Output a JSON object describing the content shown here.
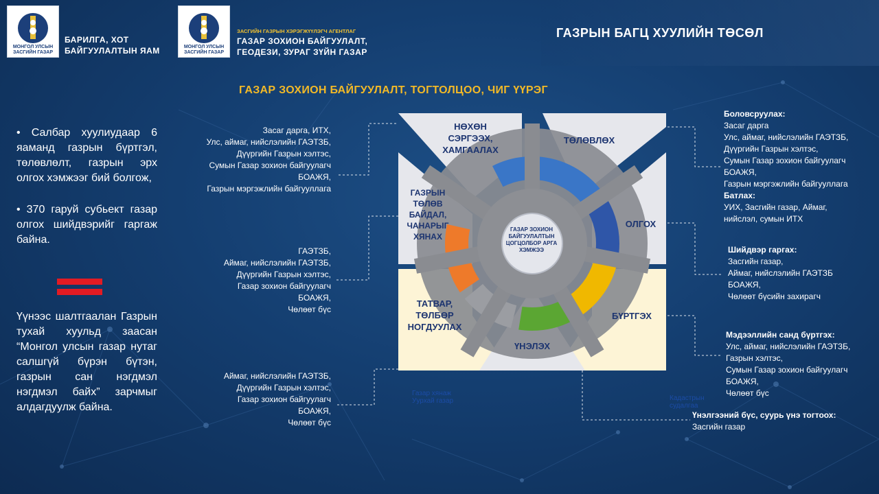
{
  "header": {
    "logo_caption": "МОНГОЛ УЛСЫН ЗАСГИЙН ГАЗАР",
    "ministry_line1": "БАРИЛГА, ХОТ",
    "ministry_line2": "БАЙГУУЛАЛТЫН ЯАМ",
    "agency_small": "ЗАСГИЙН ГАЗРЫН ХЭРЭГЖҮҮЛЭГЧ АГЕНТЛАГ",
    "agency_line1": "ГАЗАР ЗОХИОН БАЙГУУЛАЛТ,",
    "agency_line2": "ГЕОДЕЗИ, ЗУРАГ ЗҮЙН ГАЗАР",
    "title": "ГАЗРЫН БАГЦ ХУУЛИЙН ТӨСӨЛ"
  },
  "subtitle": "ГАЗАР ЗОХИОН БАЙГУУЛАЛТ, ТОГТОЛЦОО, ЧИГ ҮҮРЭГ",
  "left": {
    "paragraph1": "• Салбар хуулиудаар 6 яаманд газрын бүртгэл, төлөвлөлт, газрын эрх олгох хэмжээг бий болгож,",
    "paragraph2": "• 370 гаруй субьект газар олгох шийдвэрийг гаргаж байна.",
    "paragraph3": "Үүнээс шалтгаалан Газрын тухай хуульд заасан “Монгол улсын газар нутаг салшгүй бүрэн бүтэн, газрын сан нэгдмэл нэгдмэл байх” зарчмыг алдагдуулж байна."
  },
  "diagram": {
    "center": "ГАЗАР ЗОХИОН БАЙГУУЛАЛТЫН ЦОГЦОЛБОР АРГА ХЭМЖЭЭ",
    "segments": {
      "top_left": "НӨХӨН СЭРГЭЭХ, ХАМГААЛАХ",
      "top_right": "ТӨЛӨВЛӨХ",
      "right": "ОЛГОХ",
      "bottom_right": "БҮРТГЭХ",
      "bottom": "ҮНЭЛЭХ",
      "bottom_left": "ТАТВАР, ТӨЛБӨР НОГДУУЛАХ",
      "left": "ГАЗРЫН ТӨЛӨВ БАЙДАЛ, ЧАНАРЫГ ХЯНАХ"
    },
    "ghost_left": "Газар хянаж Уурхай газар",
    "ghost_right": "Кадастрын судалгаа"
  },
  "info_left": {
    "block1": [
      "Засаг дарга, ИТХ,",
      "Улс, аймаг, нийслэлийн ГАЭТЗБ,",
      "Дүүргийн Газрын хэлтэс,",
      "Сумын Газар зохион байгуулагч",
      "БОАЖЯ,",
      "Газрын мэргэжлийн байгууллага"
    ],
    "block2": [
      "ГАЭТЗБ,",
      "Аймаг, нийслэлийн ГАЭТЗБ,",
      "Дүүргийн Газрын хэлтэс,",
      "Газар зохион байгуулагч",
      "БОАЖЯ,",
      "Чөлөөт бүс"
    ],
    "block3": [
      "Аймаг, нийслэлийн ГАЭТЗБ,",
      "Дүүргийн Газрын хэлтэс,",
      "Газар зохион байгуулагч",
      "БОАЖЯ,",
      "Чөлөөт бүс"
    ]
  },
  "info_right": {
    "planners_title": "Боловсруулах:",
    "planners": [
      "Засаг дарга",
      "Улс, аймаг, нийслэлийн ГАЭТЗБ,",
      "Дүүргийн Газрын хэлтэс,",
      "Сумын Газар зохион байгуулагч",
      "БОАЖЯ,",
      "Газрын мэргэжлийн байгууллага"
    ],
    "approve_title": "Батлах:",
    "approve": [
      "УИХ, Засгийн газар, Аймаг,",
      "нийслэл, сумын ИТХ"
    ],
    "decision_title": "Шийдвэр гаргах:",
    "decision": [
      "Засгийн газар,",
      "Аймаг, нийслэлийн ГАЭТЗБ",
      "БОАЖЯ,",
      "Чөлөөт бүсийн захирагч"
    ],
    "registry_title": "Мэдээллийн санд бүртгэх:",
    "registry": [
      "Улс, аймаг, нийслэлийн ГАЭТЗБ,",
      "Газрын хэлтэс,",
      "Сумын Газар зохион байгуулагч",
      "БОАЖЯ,",
      "Чөлөөт бүс"
    ],
    "valuation_title": "Үнэлгээний бүс, суурь үнэ тогтоох:",
    "valuation": [
      "Засгийн газар"
    ]
  },
  "colors": {
    "background": "#143e70",
    "title_accent": "#f2b927",
    "red_bar": "#e31b23",
    "label": "#1c3470",
    "ring_blue": "#3a76c7",
    "ring_navy": "#2f56a8",
    "ring_yellow": "#f0b800",
    "ring_green": "#5ba633",
    "ring_orange": "#ee7a2a"
  }
}
